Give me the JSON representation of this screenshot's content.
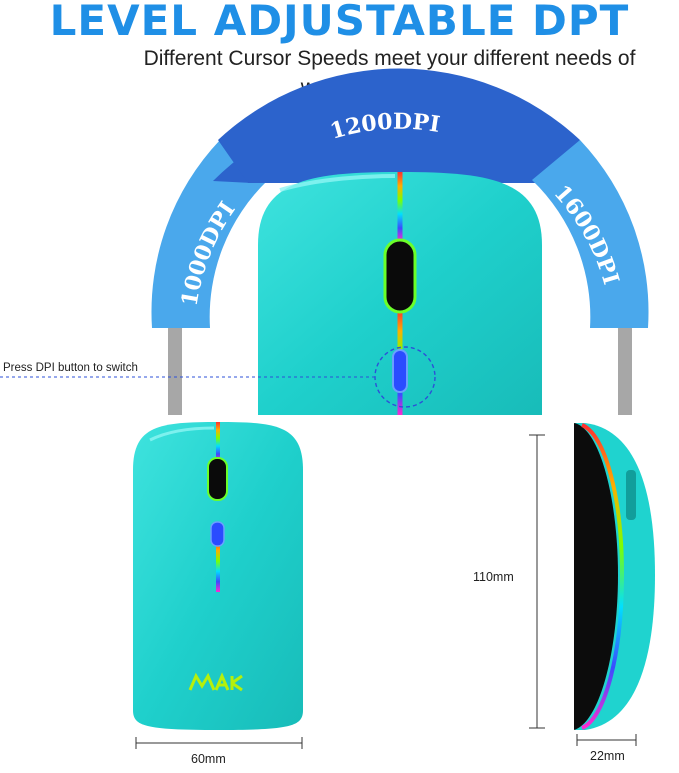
{
  "header": {
    "title": "LEVEL ADJUSTABLE DPT",
    "subtitle_line1": "Different Cursor Speeds meet your different needs of",
    "subtitle_line2": "working or learning"
  },
  "dpi_levels": [
    {
      "label": "1000DPI",
      "color": "#4aa8ec"
    },
    {
      "label": "1200DPI",
      "color": "#2c63cc"
    },
    {
      "label": "1600DPI",
      "color": "#4aa8ec"
    }
  ],
  "callout": {
    "press_label": "Press DPI button to switch"
  },
  "dimensions": {
    "width": "60mm",
    "length": "110mm",
    "height": "22mm"
  },
  "product": {
    "brand_logo": "MAK",
    "body_color": "#1fd3cf",
    "accent_blue": "#1f8fe6"
  }
}
